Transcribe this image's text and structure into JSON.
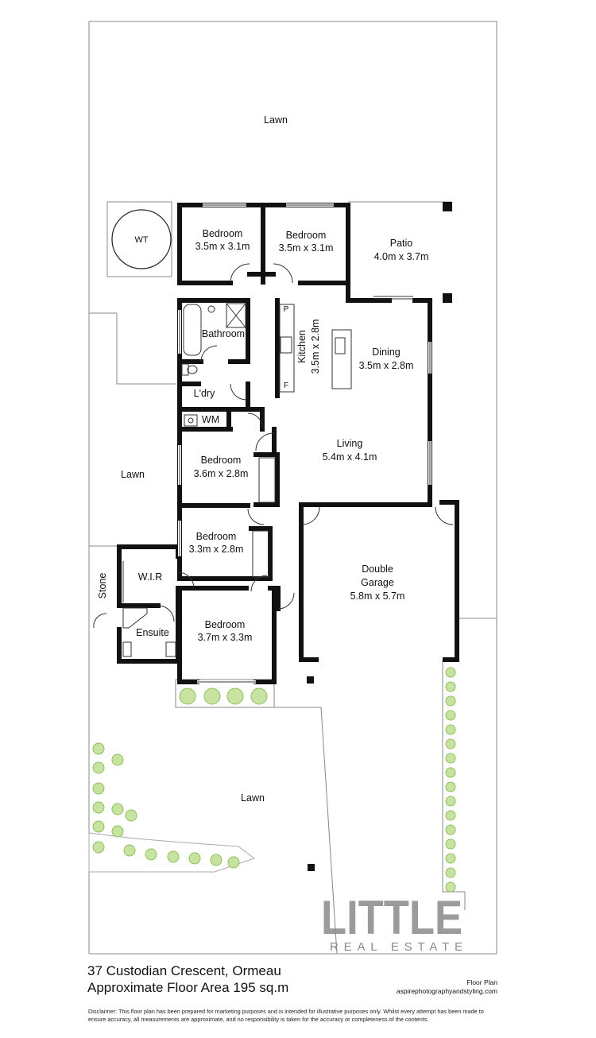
{
  "plan": {
    "rooms": [
      {
        "id": "lawn-top",
        "name": "Lawn",
        "dims": ""
      },
      {
        "id": "wt",
        "name": "WT",
        "dims": ""
      },
      {
        "id": "bed-1",
        "name": "Bedroom",
        "dims": "3.5m x 3.1m"
      },
      {
        "id": "bed-2",
        "name": "Bedroom",
        "dims": "3.5m x 3.1m"
      },
      {
        "id": "patio",
        "name": "Patio",
        "dims": "4.0m x 3.7m"
      },
      {
        "id": "bathroom",
        "name": "Bathroom",
        "dims": ""
      },
      {
        "id": "kitchen",
        "name": "Kitchen",
        "dims": "3.5m x 2.8m"
      },
      {
        "id": "pantry",
        "name": "P",
        "dims": ""
      },
      {
        "id": "fridge",
        "name": "F",
        "dims": ""
      },
      {
        "id": "dining",
        "name": "Dining",
        "dims": "3.5m x 2.8m"
      },
      {
        "id": "laundry",
        "name": "L'dry",
        "dims": ""
      },
      {
        "id": "wm",
        "name": "WM",
        "dims": ""
      },
      {
        "id": "living",
        "name": "Living",
        "dims": "5.4m x 4.1m"
      },
      {
        "id": "bed-3",
        "name": "Bedroom",
        "dims": "3.6m x 2.8m"
      },
      {
        "id": "lawn-left",
        "name": "Lawn",
        "dims": ""
      },
      {
        "id": "bed-4",
        "name": "Bedroom",
        "dims": "3.3m x 2.8m"
      },
      {
        "id": "garage-line1",
        "name": "Double",
        "dims": ""
      },
      {
        "id": "garage-line2",
        "name": "Garage",
        "dims": "5.8m x 5.7m"
      },
      {
        "id": "wir",
        "name": "W.I.R",
        "dims": ""
      },
      {
        "id": "stone",
        "name": "Stone",
        "dims": ""
      },
      {
        "id": "ensuite",
        "name": "Ensuite",
        "dims": ""
      },
      {
        "id": "bed-5",
        "name": "Bedroom",
        "dims": "3.7m x 3.3m"
      },
      {
        "id": "lawn-bottom",
        "name": "Lawn",
        "dims": ""
      }
    ]
  },
  "logo": {
    "brand": "LITTLE",
    "sub": "REAL ESTATE"
  },
  "footer": {
    "address": "37 Custodian Crescent, Ormeau",
    "area": "Approximate Floor Area 195 sq.m",
    "type": "Floor Plan",
    "credit": "aspirephotographyandstyling.com",
    "disclaimer": "Disclaimer: This floor plan has been prepared for marketing purposes and is intended for illustrative purposes only. Whilst every attempt has been made to ensure accuracy, all measurements are approximate, and no responsibility is taken for the accuracy or completeness of the contents."
  },
  "colors": {
    "wall": "#111111",
    "thin": "#888888",
    "shrub": "#b8d890",
    "logo": "#8a8a8a"
  }
}
